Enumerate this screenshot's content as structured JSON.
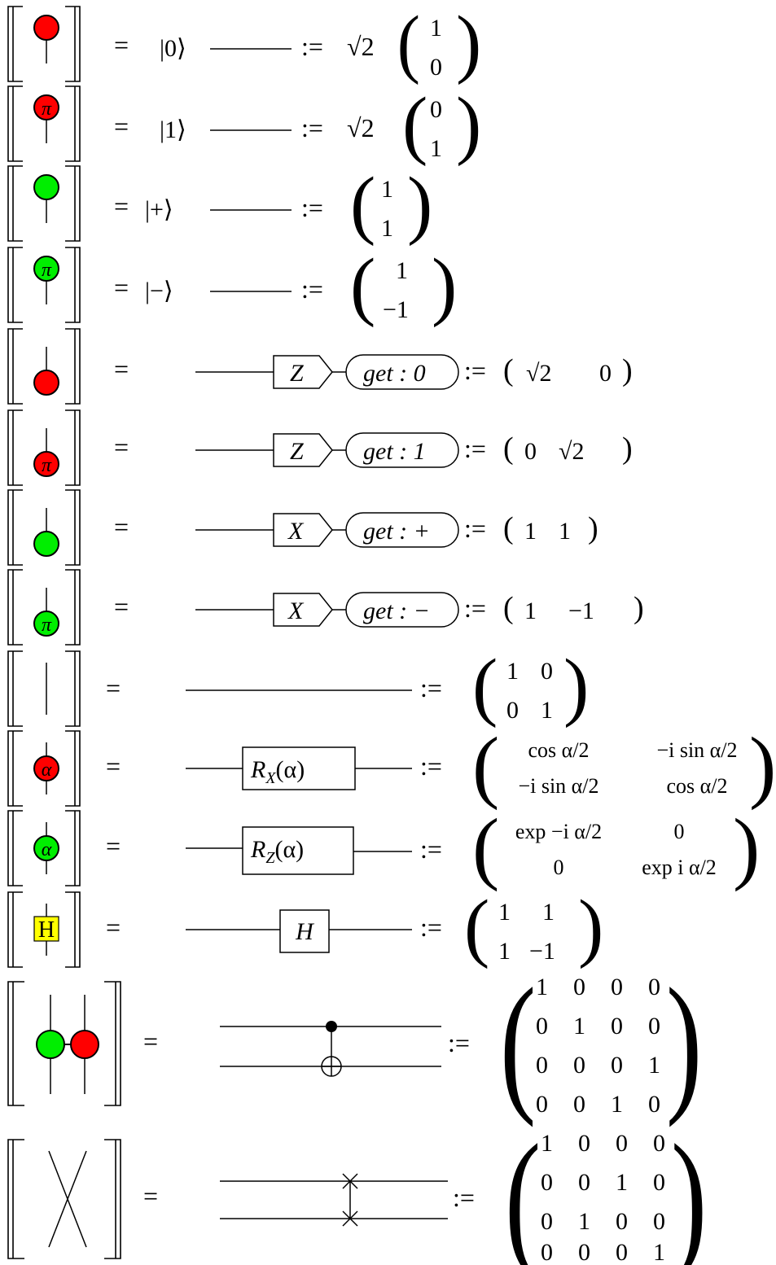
{
  "colors": {
    "red_spider": "#ff0000",
    "green_spider": "#00ee00",
    "hadamard_box": "#ffff00",
    "ink": "#000000"
  },
  "symbols": {
    "equals": "=",
    "defined_as": ":=",
    "sqrt2": "√2",
    "pi": "π",
    "alpha": "α",
    "hadamard_box_label": "H"
  },
  "rows": [
    {
      "id": "ket0",
      "spider": "red",
      "phase": "",
      "kind": "state",
      "ket": "|0⟩",
      "matrix": [
        [
          "1"
        ],
        [
          "0"
        ]
      ],
      "prefactor": "√2"
    },
    {
      "id": "ket1",
      "spider": "red",
      "phase": "π",
      "kind": "state",
      "ket": "|1⟩",
      "matrix": [
        [
          "0"
        ],
        [
          "1"
        ]
      ],
      "prefactor": "√2"
    },
    {
      "id": "ketplus",
      "spider": "green",
      "phase": "",
      "kind": "state",
      "ket": "|+⟩",
      "matrix": [
        [
          "1"
        ],
        [
          "1"
        ]
      ],
      "prefactor": ""
    },
    {
      "id": "ketminus",
      "spider": "green",
      "phase": "π",
      "kind": "state",
      "ket": "|−⟩",
      "matrix": [
        [
          "1"
        ],
        [
          "−1"
        ]
      ],
      "prefactor": ""
    },
    {
      "id": "get0",
      "spider": "red",
      "phase": "",
      "kind": "effect",
      "gate": "Z",
      "result": "get : 0",
      "matrix": [
        [
          "√2",
          "0"
        ]
      ]
    },
    {
      "id": "get1",
      "spider": "red",
      "phase": "π",
      "kind": "effect",
      "gate": "Z",
      "result": "get : 1",
      "matrix": [
        [
          "0",
          "√2"
        ]
      ]
    },
    {
      "id": "getplus",
      "spider": "green",
      "phase": "",
      "kind": "effect",
      "gate": "X",
      "result": "get : +",
      "matrix": [
        [
          "1",
          "1"
        ]
      ]
    },
    {
      "id": "getminus",
      "spider": "green",
      "phase": "π",
      "kind": "effect",
      "gate": "X",
      "result": "get : −",
      "matrix": [
        [
          "1",
          "−1"
        ]
      ]
    },
    {
      "id": "identity",
      "kind": "wire",
      "matrix": [
        [
          "1",
          "0"
        ],
        [
          "0",
          "1"
        ]
      ]
    },
    {
      "id": "rx",
      "spider": "red",
      "phase": "α",
      "kind": "gate",
      "gate_label": "R",
      "gate_sub": "X",
      "gate_arg": "(α)",
      "matrix": [
        [
          "cos α/2",
          "−i sin α/2"
        ],
        [
          "−i sin α/2",
          "cos α/2"
        ]
      ]
    },
    {
      "id": "rz",
      "spider": "green",
      "phase": "α",
      "kind": "gate",
      "gate_label": "R",
      "gate_sub": "Z",
      "gate_arg": "(α)",
      "matrix": [
        [
          "exp −i α/2",
          "0"
        ],
        [
          "0",
          "exp i α/2"
        ]
      ]
    },
    {
      "id": "hadamard",
      "kind": "hbox",
      "gate_label": "H",
      "matrix": [
        [
          "1",
          "1"
        ],
        [
          "1",
          "−1"
        ]
      ]
    },
    {
      "id": "cnot",
      "kind": "cnot",
      "matrix": [
        [
          "1",
          "0",
          "0",
          "0"
        ],
        [
          "0",
          "1",
          "0",
          "0"
        ],
        [
          "0",
          "0",
          "0",
          "1"
        ],
        [
          "0",
          "0",
          "1",
          "0"
        ]
      ]
    },
    {
      "id": "swap",
      "kind": "swap",
      "matrix": [
        [
          "1",
          "0",
          "0",
          "0"
        ],
        [
          "0",
          "0",
          "1",
          "0"
        ],
        [
          "0",
          "1",
          "0",
          "0"
        ],
        [
          "0",
          "0",
          "0",
          "1"
        ]
      ]
    }
  ]
}
